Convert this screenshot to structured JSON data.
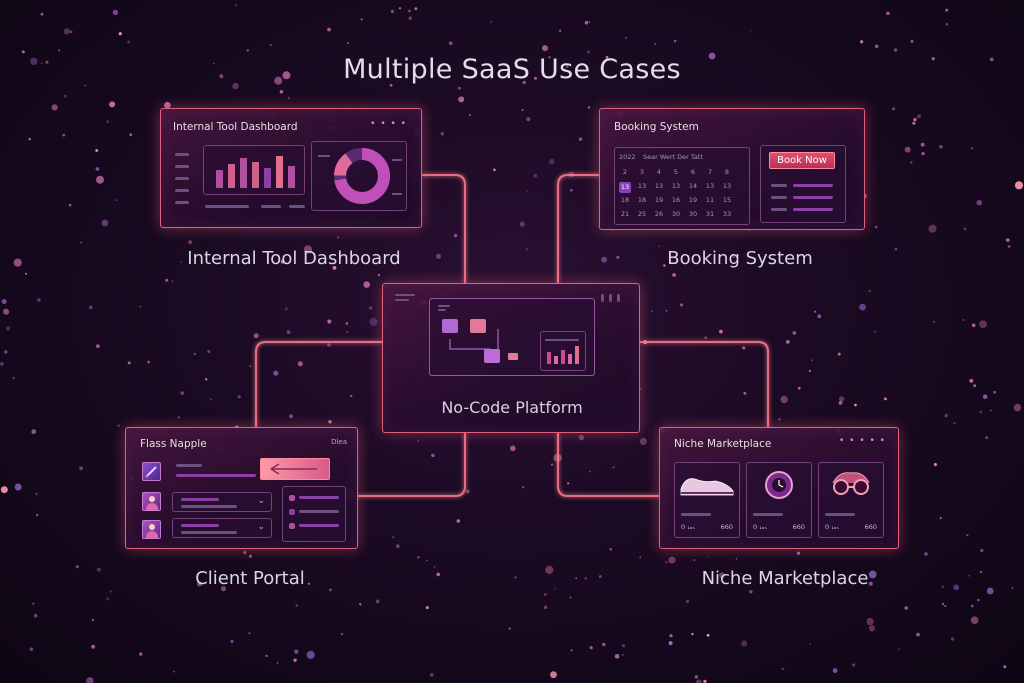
{
  "title": "Multiple SaaS Use Cases",
  "nodes": {
    "center": {
      "label": "No-Code Platform"
    },
    "internal_tool": {
      "caption": "Internal Tool Dashboard",
      "card_title": "Internal Tool Dashboard"
    },
    "booking": {
      "caption": "Booking System",
      "card_title": "Booking System",
      "button": "Book Now",
      "weekdays": "Sear  Wert  Der  Tatt",
      "days": [
        "2022",
        "2",
        "3",
        "4",
        "5",
        "6",
        "7",
        "8",
        "13",
        "13",
        "13",
        "13",
        "14",
        "13",
        "13",
        "18",
        "18",
        "19",
        "16",
        "19",
        "11",
        "15",
        "21",
        "25",
        "26",
        "30",
        "30",
        "31",
        "33"
      ]
    },
    "client_portal": {
      "caption": "Client Portal",
      "card_title": "Flass Napple",
      "corner_label": "Dlea"
    },
    "marketplace": {
      "caption": "Niche Marketplace",
      "card_title": "Niche Marketplace",
      "products": [
        {
          "left": "0 ₁ₐₛ",
          "right": "660"
        },
        {
          "left": "0 ₁ₐₛ",
          "right": "660"
        },
        {
          "left": "0 ₁ₐₛ",
          "right": "660"
        }
      ]
    }
  },
  "colors": {
    "accent": "#e0607a",
    "purple": "#8c3fa6",
    "glow": "#ff7a8a"
  },
  "icons": [
    "bar-chart-icon",
    "donut-chart-icon",
    "calendar-icon",
    "avatar-icon",
    "shoe-icon",
    "watch-icon",
    "glasses-icon"
  ]
}
